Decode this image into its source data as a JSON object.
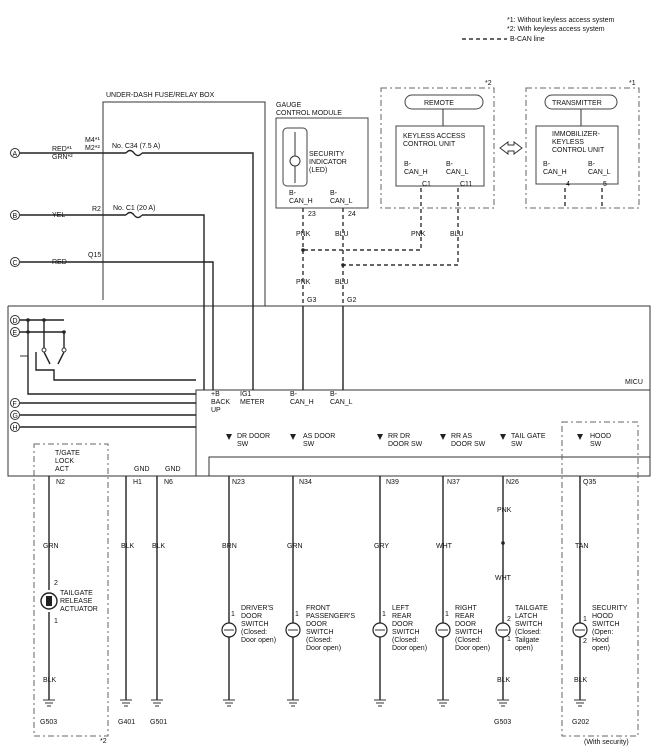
{
  "legend": {
    "note1": "*1:  Without keyless access system",
    "note2": "*2:  With keyless access system",
    "bcan": "B-CAN line"
  },
  "fuse_box": {
    "title": "UNDER-DASH FUSE/RELAY BOX",
    "fuse_c34": "No. C34 (7.5 A)",
    "fuse_c1": "No. C1 (20 A)",
    "pin_m4": "M4*¹",
    "pin_m2": "M2*²",
    "pin_r2": "R2",
    "pin_q15": "Q15"
  },
  "wires": {
    "red_grn": "RED*¹",
    "red_grn2": "GRN*²",
    "yel": "YEL",
    "red": "RED"
  },
  "connectors_left": [
    "A",
    "B",
    "C",
    "D",
    "E",
    "F",
    "G",
    "H"
  ],
  "gauge": {
    "title1": "GAUGE",
    "title2": "CONTROL MODULE",
    "indicator1": "SECURITY",
    "indicator2": "INDICATOR",
    "indicator3": "(LED)",
    "bcanh1": "B-",
    "bcanh2": "CAN_H",
    "bcanl1": "B-",
    "bcanl2": "CAN_L",
    "pin23": "23",
    "pin24": "24"
  },
  "keyless": {
    "marker": "*2",
    "remote": "REMOTE",
    "title1": "KEYLESS ACCESS",
    "title2": "CONTROL UNIT",
    "bcanh1": "B-",
    "bcanh2": "CAN_H",
    "bcanl1": "B-",
    "bcanl2": "CAN_L",
    "pin_c1": "C1",
    "pin_c11": "C11",
    "wire_pnk": "PNK",
    "wire_blu": "BLU"
  },
  "immobilizer": {
    "marker": "*1",
    "transmitter": "TRANSMITTER",
    "title1": "IMMOBILIZER-",
    "title2": "KEYLESS",
    "title3": "CONTROL UNIT",
    "bcanh1": "B-",
    "bcanh2": "CAN_H",
    "bcanl1": "B-",
    "bcanl2": "CAN_L",
    "pin4": "4",
    "pin5": "5"
  },
  "bus": {
    "pnk1": "PNK",
    "blu1": "BLU",
    "pnk2": "PNK",
    "blu2": "BLU",
    "g3": "G3",
    "g2": "G2"
  },
  "micu": {
    "title": "MICU",
    "backup1": "+B",
    "backup2": "BACK",
    "backup3": "UP",
    "ig1": "IG1",
    "meter": "METER",
    "bcanh1": "B-",
    "bcanh2": "CAN_H",
    "bcanl1": "B-",
    "bcanl2": "CAN_L",
    "tgate1": "T/GATE",
    "tgate2": "LOCK",
    "tgate3": "ACT",
    "gnd1": "GND",
    "gnd2": "GND",
    "inputs": [
      {
        "l1": "DR DOOR",
        "l2": "SW"
      },
      {
        "l1": "AS DOOR",
        "l2": "SW"
      },
      {
        "l1": "RR DR",
        "l2": "DOOR SW"
      },
      {
        "l1": "RR AS",
        "l2": "DOOR SW"
      },
      {
        "l1": "TAIL GATE",
        "l2": "SW"
      },
      {
        "l1": "HOOD",
        "l2": "SW"
      }
    ]
  },
  "pins_bottom": [
    "N2",
    "H1",
    "N6",
    "N23",
    "N34",
    "N39",
    "N37",
    "N26",
    "Q35"
  ],
  "wire_colors": [
    "GRN",
    "BLK",
    "BLK",
    "BRN",
    "GRN",
    "GRY",
    "WHT",
    "PNK",
    "TAN"
  ],
  "tailgate_wht": "WHT",
  "actuator": {
    "pin2": "2",
    "pin1": "1",
    "l1": "TAILGATE",
    "l2": "RELEASE",
    "l3": "ACTUATOR",
    "blk": "BLK",
    "ground": "G503",
    "marker": "*2"
  },
  "switches": [
    {
      "pin": "1",
      "l1": "DRIVER'S",
      "l2": "DOOR",
      "l3": "SWITCH",
      "l4": "(Closed:",
      "l5": "Door open)"
    },
    {
      "pin": "1",
      "l1": "FRONT",
      "l2": "PASSENGER'S",
      "l3": "DOOR",
      "l4": "SWITCH",
      "l5": "(Closed:",
      "l6": "Door open)"
    },
    {
      "pin": "1",
      "l1": "LEFT",
      "l2": "REAR",
      "l3": "DOOR",
      "l4": "SWITCH",
      "l5": "(Closed:",
      "l6": "Door open)"
    },
    {
      "pin": "1",
      "l1": "RIGHT",
      "l2": "REAR",
      "l3": "DOOR",
      "l4": "SWITCH",
      "l5": "(Closed:",
      "l6": "Door open)"
    },
    {
      "pin2": "2",
      "pin1": "1",
      "l1": "TAILGATE",
      "l2": "LATCH",
      "l3": "SWITCH",
      "l4": "(Closed:",
      "l5": "Tailgate",
      "l6": "open)"
    },
    {
      "pin1": "1",
      "pin2": "2",
      "l1": "SECURITY",
      "l2": "HOOD",
      "l3": "SWITCH",
      "l4": "(Open:",
      "l5": "Hood",
      "l6": "open)"
    }
  ],
  "grounds": {
    "g401": "G401",
    "g501": "G501",
    "g503": "G503",
    "g202": "G202",
    "tail_blk": "BLK",
    "hood_blk": "BLK",
    "security_note": "(With security)"
  }
}
